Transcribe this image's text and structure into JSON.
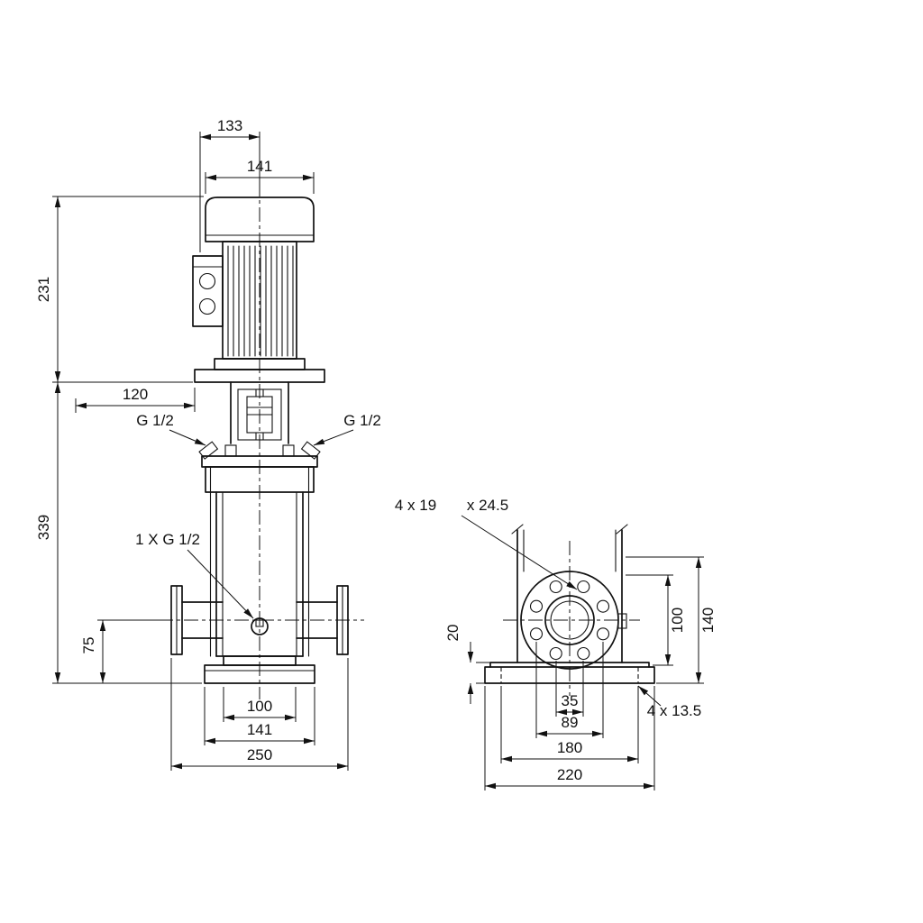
{
  "front": {
    "dim_width_top": "133",
    "dim_motor_width": "141",
    "dim_motor_height": "231",
    "dim_offset": "120",
    "dim_pump_height": "339",
    "dim_port_height": "75",
    "dim_foot_width": "100",
    "dim_base_width": "141",
    "dim_port_to_port": "250",
    "label_vent_left": "G 1/2",
    "label_vent_right": "G 1/2",
    "label_drain": "1 X G 1/2"
  },
  "side": {
    "label_flange_holes": "4 x 19",
    "label_flange_holes_depth": "x 24.5",
    "label_base_holes": "4 x 13.5",
    "dim_base_thickness": "20",
    "dim_flange_height": "100",
    "dim_body_height": "140",
    "dim_holes_inner": "35",
    "dim_holes_outer": "89",
    "dim_base_hole_spacing": "180",
    "dim_base_length": "220"
  }
}
